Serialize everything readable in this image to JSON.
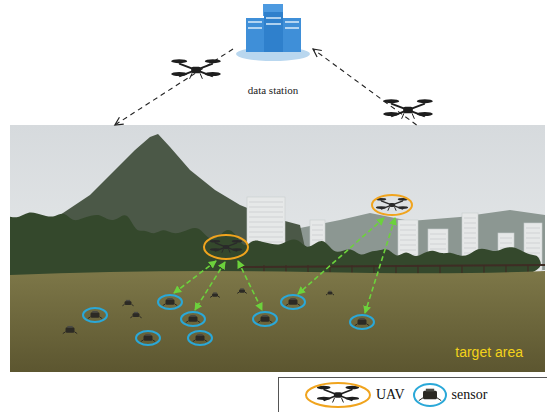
{
  "diagram": {
    "nodes": [
      {
        "text": [
          "data station"
        ]
      },
      {
        "text": [
          "target area"
        ]
      }
    ],
    "edges": [
      {
        "from": 0,
        "to": 1,
        "arrow": "to"
      },
      {
        "from": 1,
        "to": 0,
        "arrow": "to"
      }
    ],
    "legend": [
      {
        "text": "UAV"
      },
      {
        "text": "sensor"
      }
    ]
  }
}
